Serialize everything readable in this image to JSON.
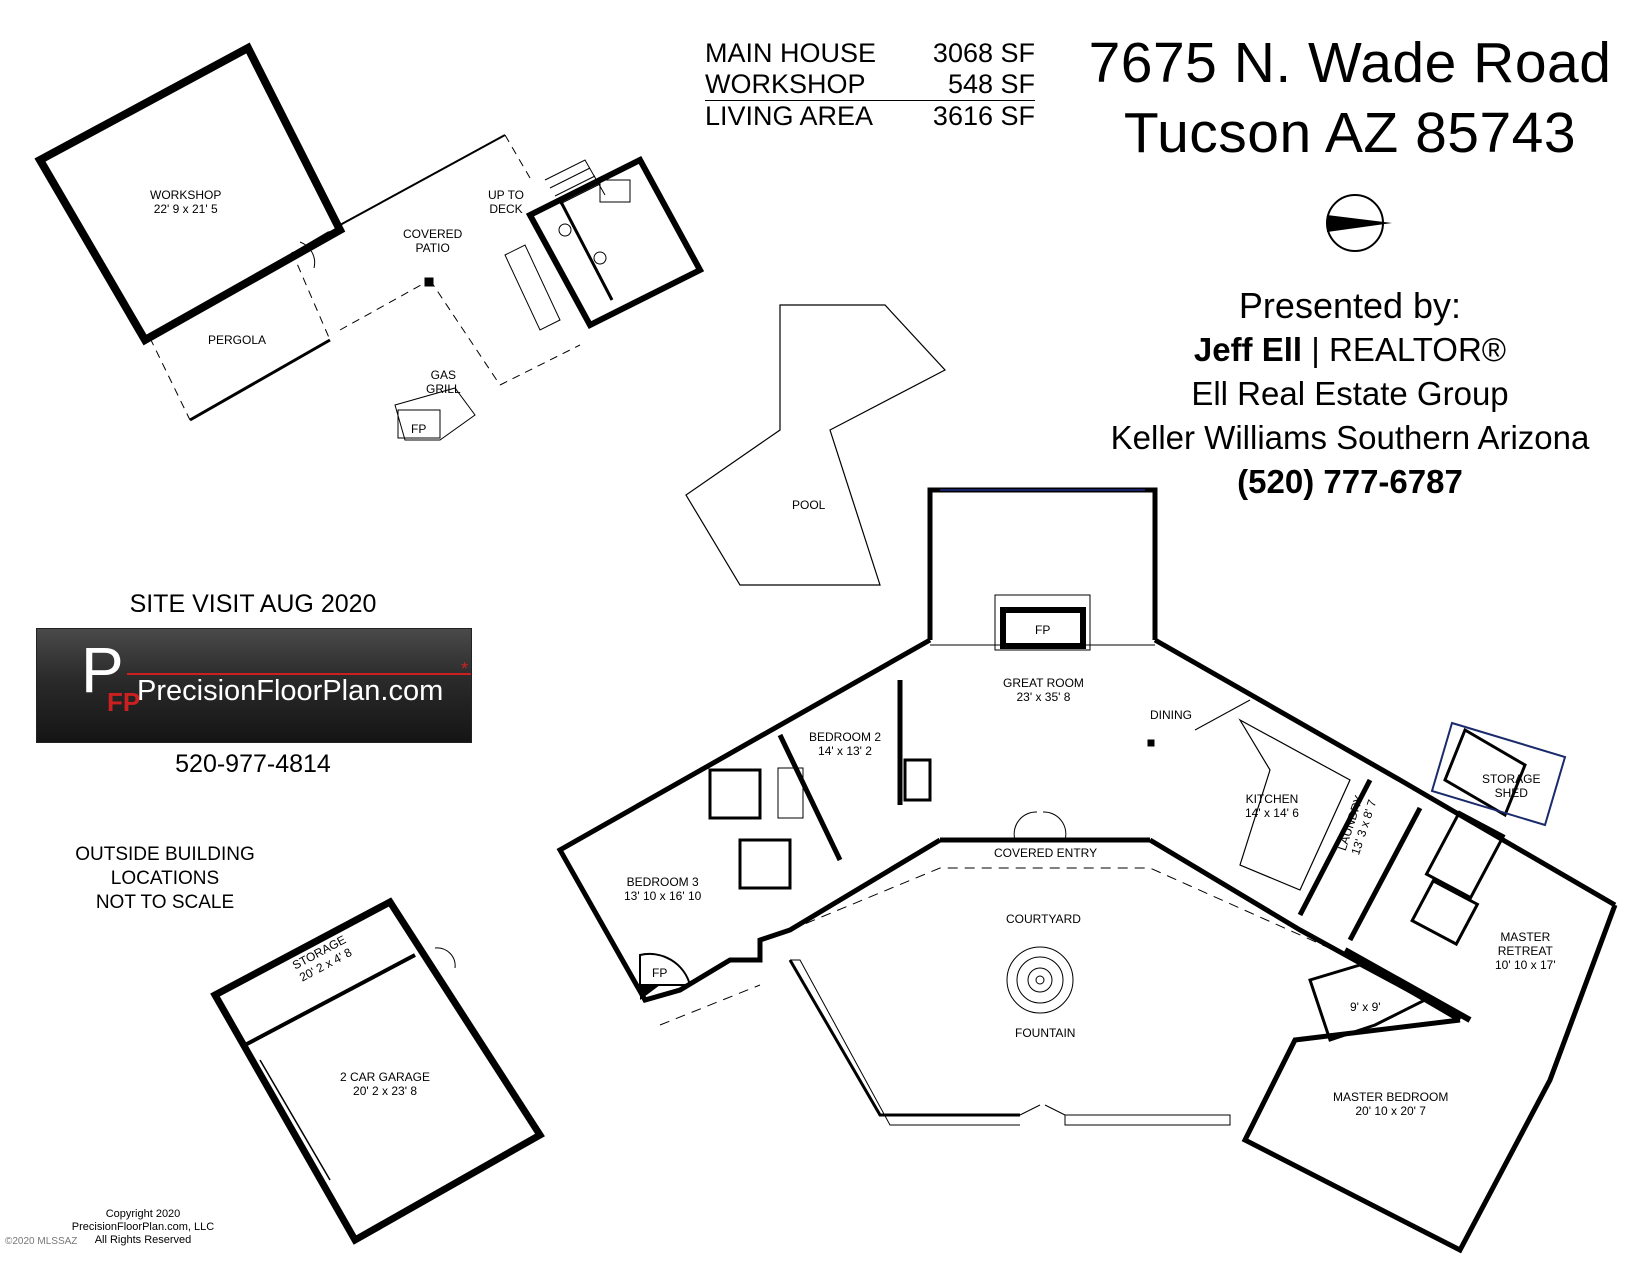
{
  "sqft_table": {
    "rows": [
      {
        "label": "MAIN HOUSE",
        "value": "3068 SF"
      },
      {
        "label": "WORKSHOP",
        "value": "548 SF"
      }
    ],
    "total": {
      "label": "LIVING AREA",
      "value": "3616 SF"
    }
  },
  "address": {
    "line1": "7675 N. Wade Road",
    "line2": "Tucson AZ 85743"
  },
  "presenter": {
    "heading": "Presented by:",
    "name": "Jeff Ell",
    "separator": "|",
    "title": "REALTOR®",
    "group": "Ell Real Estate Group",
    "brokerage": "Keller Williams Southern Arizona",
    "phone": "(520) 777-6787"
  },
  "site_visit": "SITE VISIT AUG 2020",
  "logo": {
    "name": "PrecisionFloorPlan.com",
    "monogram": "P",
    "sub": "FP",
    "phone": "520-977-4814",
    "accent": "#cc2020"
  },
  "outside_note": {
    "line1": "OUTSIDE BUILDING",
    "line2": "LOCATIONS",
    "line3": "NOT TO SCALE"
  },
  "copyright": {
    "line1": "Copyright 2020",
    "line2": "PrecisionFloorPlan.com, LLC",
    "line3": "All Rights Reserved",
    "watermark": "©2020 MLSSAZ"
  },
  "rooms": {
    "workshop": {
      "name": "WORKSHOP",
      "dims": "22' 9 x 21' 5"
    },
    "covered_patio": {
      "name": "COVERED",
      "name2": "PATIO"
    },
    "up_to_deck": {
      "name": "UP TO",
      "name2": "DECK"
    },
    "pergola": {
      "name": "PERGOLA"
    },
    "gas_grill": {
      "name": "GAS",
      "name2": "GRILL"
    },
    "patio_fp": {
      "name": "FP"
    },
    "pool": {
      "name": "POOL"
    },
    "great_room_fp": {
      "name": "FP"
    },
    "great_room": {
      "name": "GREAT ROOM",
      "dims": "23' x 35' 8"
    },
    "dining": {
      "name": "DINING"
    },
    "storage_shed": {
      "name": "STORAGE",
      "name2": "SHED"
    },
    "bedroom2": {
      "name": "BEDROOM 2",
      "dims": "14' x 13' 2"
    },
    "kitchen": {
      "name": "KITCHEN",
      "dims": "14' x 14' 6"
    },
    "laundry": {
      "name": "LAUNDRY",
      "dims": "13' 3 x 8' 7"
    },
    "covered_entry": {
      "name": "COVERED ENTRY"
    },
    "bedroom3": {
      "name": "BEDROOM 3",
      "dims": "13' 10 x 16' 10"
    },
    "courtyard": {
      "name": "COURTYARD"
    },
    "fountain": {
      "name": "FOUNTAIN"
    },
    "master_retreat": {
      "name": "MASTER",
      "name2": "RETREAT",
      "dims": "10' 10 x 17'"
    },
    "closet_9x9": {
      "name": "9' x 9'"
    },
    "bedroom3_fp": {
      "name": "FP"
    },
    "storage": {
      "name": "STORAGE",
      "dims": "20' 2 x 4' 8"
    },
    "garage": {
      "name": "2 CAR GARAGE",
      "dims": "20' 2 x 23' 8"
    },
    "master_bedroom": {
      "name": "MASTER BEDROOM",
      "dims": "20' 10 x 20' 7"
    }
  }
}
